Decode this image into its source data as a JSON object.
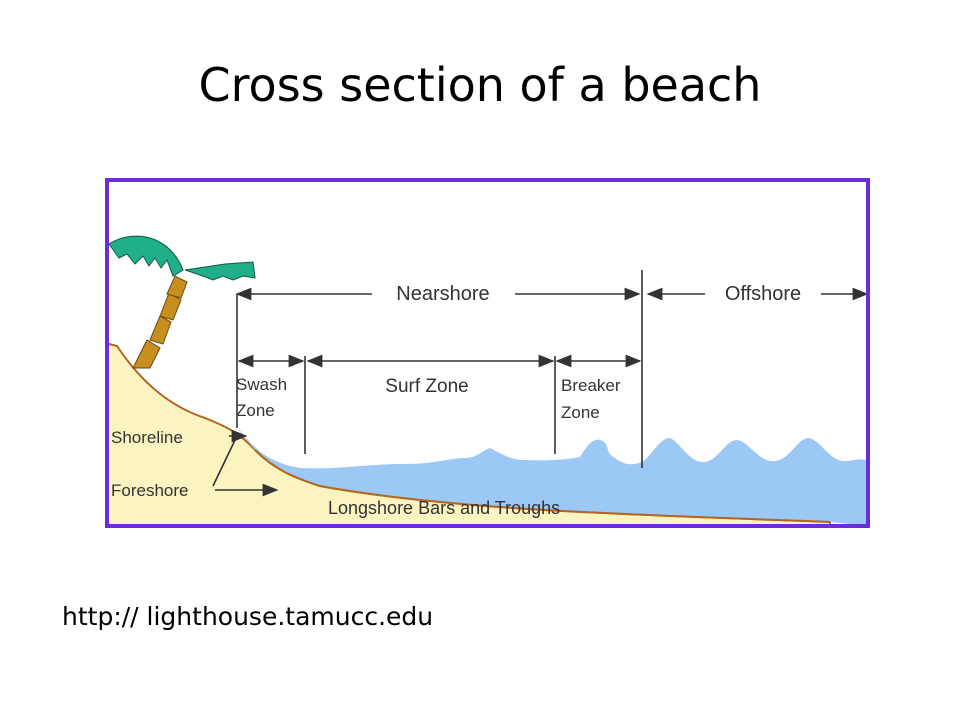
{
  "slide": {
    "title": "Cross section of a beach",
    "source": "http:// lighthouse.tamucc.edu"
  },
  "diagram": {
    "labels": {
      "nearshore": "Nearshore",
      "offshore": "Offshore",
      "swash": "Swash",
      "swash_zone": "Zone",
      "surf_zone": "Surf Zone",
      "breaker": "Breaker",
      "breaker_zone": "Zone",
      "shoreline": "Shoreline",
      "foreshore": "Foreshore",
      "longshore": "Longshore Bars and Troughs"
    },
    "colors": {
      "frame": "#6b2cd9",
      "sand": "#fbf3c0",
      "water": "#9cc8f5",
      "palm_leaves": "#1fb08a",
      "palm_trunk": "#c7901e",
      "seabed": "#b5651d",
      "arrows": "#333333"
    }
  }
}
